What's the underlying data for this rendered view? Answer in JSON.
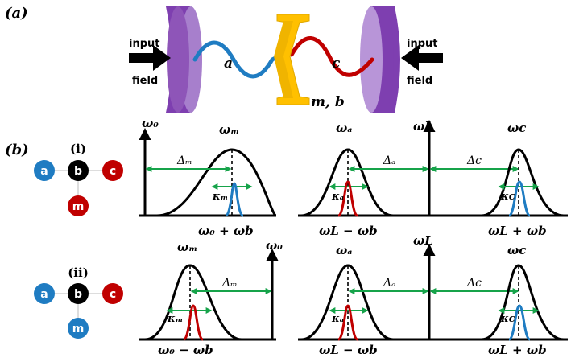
{
  "panel_a": {
    "label": "(a)",
    "input_left": [
      "input",
      "field"
    ],
    "input_right": [
      "input",
      "field"
    ],
    "wave_a_label": "a",
    "wave_c_label": "c",
    "mirror_label": "m, b"
  },
  "panel_b": {
    "label": "(b)",
    "roman_i": "(i)",
    "roman_ii": "(ii)",
    "node_a": "a",
    "node_b": "b",
    "node_c": "c",
    "node_m": "m",
    "config_i": {
      "omega0": "ω₀",
      "omega_m": "ωₘ",
      "Delta_m": "Δₘ",
      "kappa_m": "κₘ",
      "bottom": "ω₀ + ωb",
      "omega_a": "ωₐ",
      "kappa_a": "κₐ",
      "Delta_a": "Δₐ",
      "bottom_a": "ωL − ωb",
      "omega_L": "ωL",
      "Delta_c": "Δc",
      "omega_c": "ωc",
      "kappa_c": "κc",
      "bottom_c": "ωL + ωb"
    },
    "config_ii": {
      "omega0": "ω₀",
      "omega_m": "ωₘ",
      "Delta_m": "Δₘ",
      "kappa_m": "κₘ",
      "bottom": "ω₀ − ωb",
      "omega_a": "ωₐ",
      "kappa_a": "κₐ",
      "Delta_a": "Δₐ",
      "bottom_a": "ωL − ωb",
      "omega_L": "ωL",
      "Delta_c": "Δc",
      "omega_c": "ωc",
      "kappa_c": "κc",
      "bottom_c": "ωL + ωb"
    }
  },
  "colors": {
    "purple": "#8e55b8",
    "blue": "#1f7cc2",
    "red": "#c00000",
    "yellow": "#ffc000",
    "green": "#16a34a",
    "black": "#000000"
  }
}
